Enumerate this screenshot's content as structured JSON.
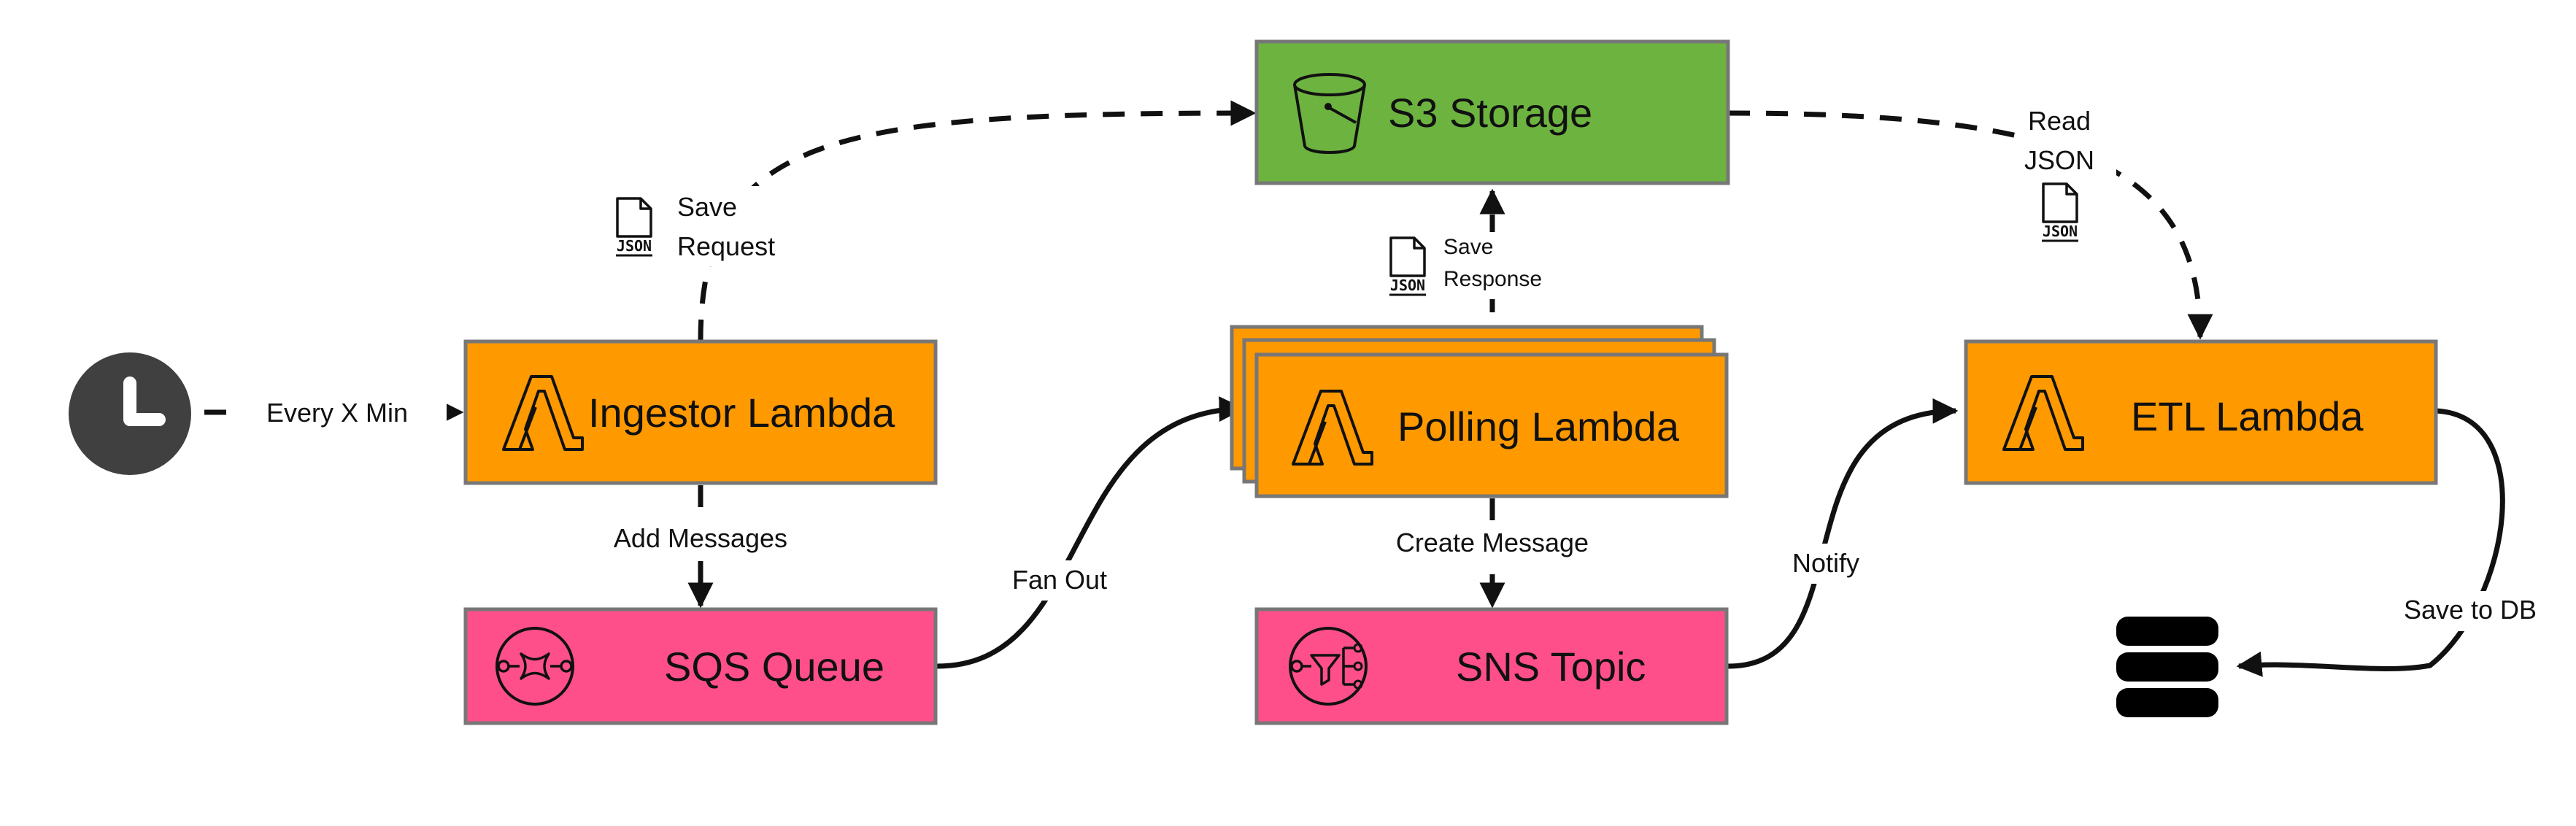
{
  "nodes": {
    "s3_storage": {
      "label": "S3 Storage",
      "color": "#6db33f",
      "icon": "bucket-icon"
    },
    "ingestor_lambda": {
      "label": "Ingestor Lambda",
      "color": "#ff9900",
      "icon": "lambda-icon"
    },
    "polling_lambda": {
      "label": "Polling Lambda",
      "color": "#ff9900",
      "icon": "lambda-icon",
      "stacked": true
    },
    "etl_lambda": {
      "label": "ETL Lambda",
      "color": "#ff9900",
      "icon": "lambda-icon"
    },
    "sqs_queue": {
      "label": "SQS Queue",
      "color": "#ff4f8b",
      "icon": "sqs-icon"
    },
    "sns_topic": {
      "label": "SNS Topic",
      "color": "#ff4f8b",
      "icon": "sns-icon"
    },
    "timer": {
      "icon": "clock-icon",
      "color": "#404040"
    },
    "database": {
      "icon": "database-icon",
      "color": "#000000"
    }
  },
  "edges": {
    "every_x_min": "Every X Min",
    "add_messages": "Add Messages",
    "fan_out": "Fan Out",
    "create_message": "Create Message",
    "notify": "Notify",
    "save_to_db": "Save to DB",
    "save_request": [
      "Save",
      "Request"
    ],
    "save_response": [
      "Save",
      "Response"
    ],
    "read_json": [
      "Read",
      "JSON"
    ]
  },
  "json_badge": "JSON"
}
